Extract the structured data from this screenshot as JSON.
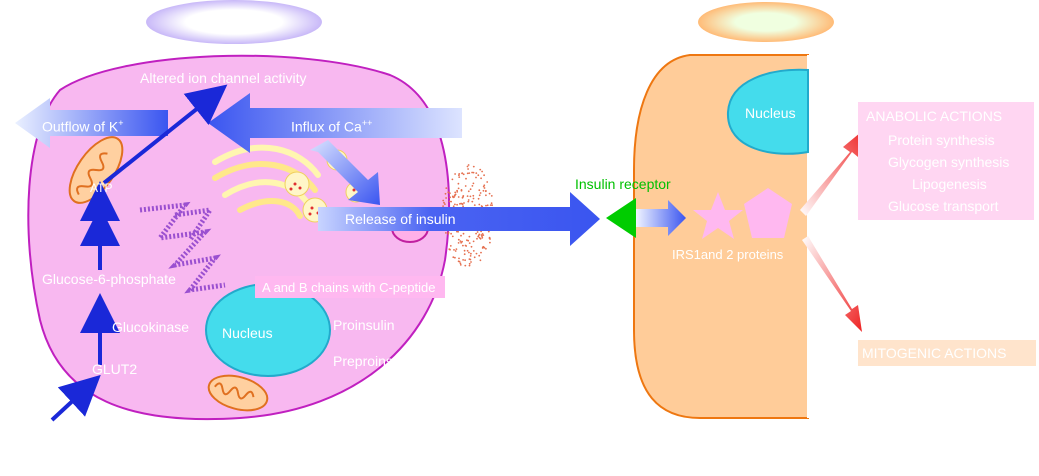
{
  "title": "β-CELL",
  "labels": {
    "altered_ion_channel": "Altered ion channel activity",
    "outflow_k": "Outflow of K",
    "outflow_k_sup": "+",
    "influx_ca": "Influx of Ca",
    "influx_ca_sup": "++",
    "atp": "ATP",
    "release_insulin": "Release of insulin",
    "insulin_receptor": "Insulin receptor",
    "irs_proteins": "IRS1and 2 proteins",
    "glucose6p": "Glucose-6-phosphate",
    "glucokinase": "Glucokinase",
    "glut2": "GLUT2",
    "nucleus_beta": "Nucleus",
    "nucleus_target": "Nucleus",
    "a_b_chains": "A and B chains with C-peptide",
    "proinsulin": "Proinsulin",
    "preproinsulin": "Preproinsulin"
  },
  "anabolic": {
    "title": "ANABOLIC ACTIONS",
    "items": [
      "Protein synthesis",
      "Glycogen synthesis",
      "Lipogenesis",
      "Glucose transport"
    ]
  },
  "mitogenic": {
    "title": "MITOGENIC ACTIONS"
  },
  "colors": {
    "cell_fill": "#f8b8f0",
    "cell_border": "#c020c0",
    "target_cell": "#ffcc99",
    "nucleus": "#44dcec",
    "arrow_blue": "#3355ee",
    "arrow_red": "#ee2222",
    "receptor": "#00cc00"
  }
}
